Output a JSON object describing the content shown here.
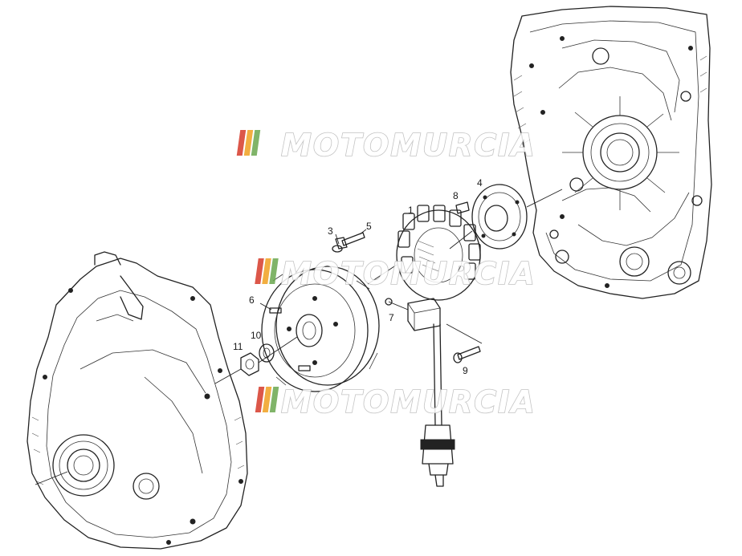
{
  "diagram": {
    "watermark": "MOTOMURCIA",
    "callouts": [
      {
        "id": "1",
        "text": "1"
      },
      {
        "id": "3",
        "text": "3"
      },
      {
        "id": "4",
        "text": "4"
      },
      {
        "id": "5",
        "text": "5"
      },
      {
        "id": "6",
        "text": "6"
      },
      {
        "id": "7",
        "text": "7"
      },
      {
        "id": "8",
        "text": "8"
      },
      {
        "id": "9",
        "text": "9"
      },
      {
        "id": "10",
        "text": "10"
      },
      {
        "id": "11",
        "text": "11"
      }
    ],
    "colors": {
      "line": "#222222",
      "watermark_red": "#d63a2a",
      "watermark_orange": "#f0a020",
      "watermark_green": "#6aa84f",
      "watermark_outline": "#b9b9b9"
    }
  }
}
